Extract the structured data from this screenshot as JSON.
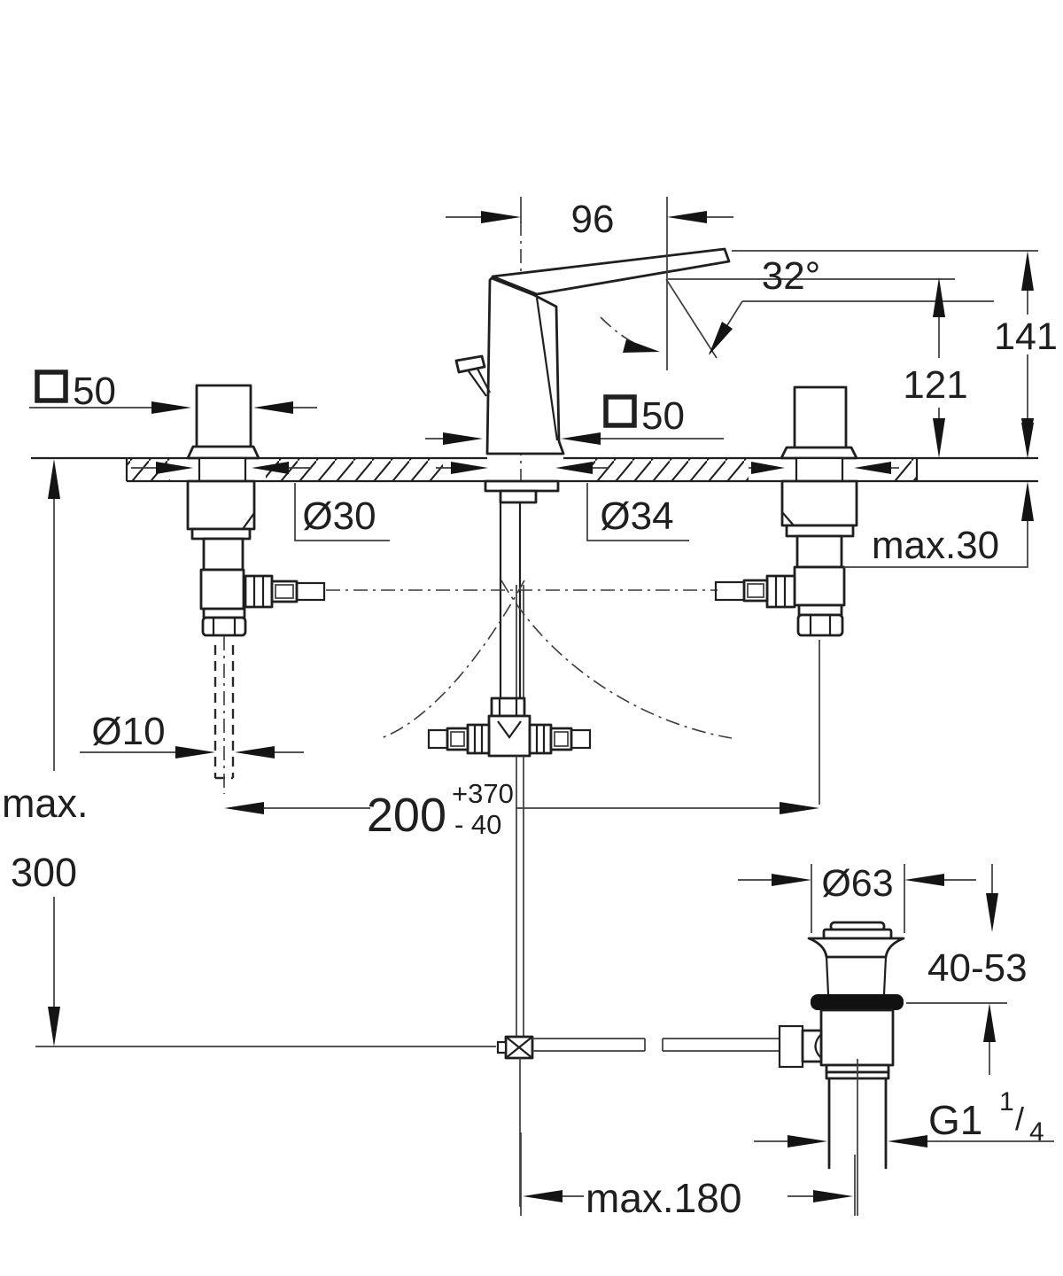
{
  "drawing": {
    "type": "technical-installation-diagram",
    "product": "three-hole basin mixer with pop-up waste",
    "colors": {
      "background": "#ffffff",
      "line": "#1f1f1f",
      "dim_line": "#3c3c3c"
    },
    "labels": {
      "spout_projection": "96",
      "lever_angle": "32°",
      "height_to_lever_tip": "141",
      "height_to_spout": "121",
      "escutcheon_square_left": "50",
      "escutcheon_square_center": "50",
      "hole_left": "Ø30",
      "hole_center": "Ø34",
      "deck_thickness": "max.30",
      "rod_hole": "Ø10",
      "depth_max_word": "max.",
      "depth_max_value": "300",
      "hole_spacing": "200",
      "hole_spacing_plus_tol": "+370",
      "hole_spacing_minus_tol": "- 40",
      "waste_flange": "Ø63",
      "waste_height_range": "40-53",
      "waste_thread_main": "G1",
      "waste_thread_sup": "1",
      "waste_thread_slash": "/",
      "waste_thread_sub": "4",
      "waste_offset": "max.180"
    }
  }
}
